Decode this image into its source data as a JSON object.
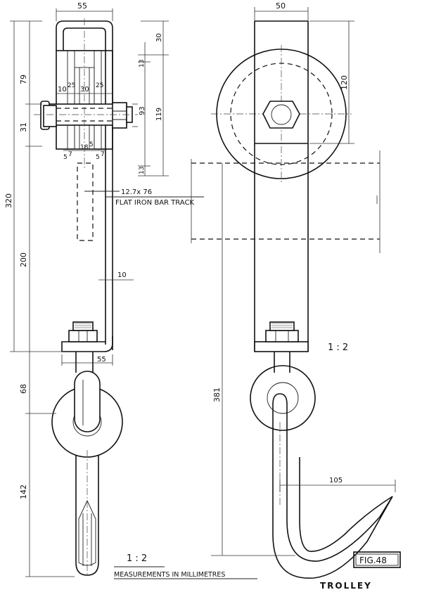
{
  "labels": {
    "title": "TROLLEY",
    "fig": "FIG.48",
    "scale_left": "1 : 2",
    "scale_right": "1 : 2",
    "units": "MEASUREMENTS IN MILLIMETRES",
    "track": "FLAT IRON BAR TRACK",
    "track_size": "12.7x 76"
  },
  "dims": {
    "d55_top": "55",
    "d50": "50",
    "d79": "79",
    "d31": "31",
    "d320": "320",
    "d200": "200",
    "d68": "68",
    "d142": "142",
    "d30": "30",
    "d13a": "13",
    "d119": "119",
    "d13b": "13",
    "d93": "93",
    "d10a": "10",
    "d25a": "25",
    "d30b": "30",
    "d25b": "25",
    "d5a": "5",
    "d7a": "7",
    "d18": "18",
    "d5b": "5",
    "d5c": "5",
    "d7b": "7",
    "d10b": "10",
    "d55_bottom": "55",
    "d120": "120",
    "d381": "381",
    "d105": "105"
  }
}
